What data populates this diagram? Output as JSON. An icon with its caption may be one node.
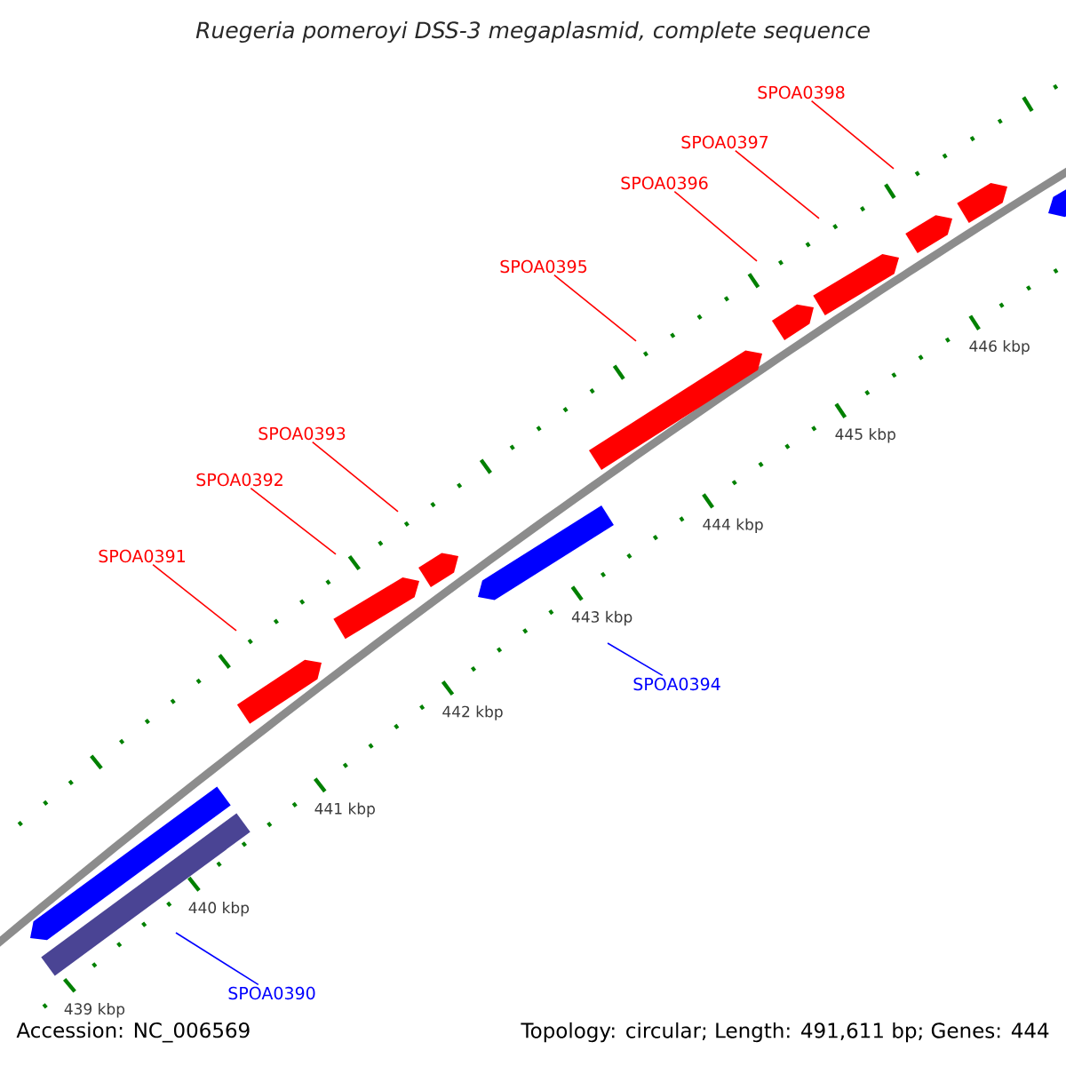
{
  "diagram": {
    "title": "Ruegeria pomeroyi DSS-3 megaplasmid, complete sequence",
    "nodes": [
      {
        "text": [
          "SPOA0398"
        ]
      },
      {
        "text": [
          "SPOA0397"
        ]
      },
      {
        "text": [
          "SPOA0396"
        ]
      },
      {
        "text": [
          "SPOA0395"
        ]
      },
      {
        "text": [
          "SPOA0393"
        ]
      },
      {
        "text": [
          "SPOA0392"
        ]
      },
      {
        "text": [
          "SPOA0391"
        ]
      },
      {
        "text": [
          "SPOA0394"
        ]
      },
      {
        "text": [
          "SPOA0390"
        ]
      }
    ],
    "edges": [
      {
        "from": 0,
        "to": null,
        "arrow": "none"
      },
      {
        "from": 1,
        "to": null,
        "arrow": "none"
      },
      {
        "from": 2,
        "to": null,
        "arrow": "none"
      },
      {
        "from": 3,
        "to": null,
        "arrow": "none"
      },
      {
        "from": 4,
        "to": null,
        "arrow": "none"
      },
      {
        "from": 5,
        "to": null,
        "arrow": "none"
      },
      {
        "from": 6,
        "to": null,
        "arrow": "none"
      },
      {
        "from": 7,
        "to": null,
        "arrow": "none",
        "color": "#0000ff"
      },
      {
        "from": 8,
        "to": null,
        "arrow": "none",
        "color": "#0000ff"
      }
    ],
    "labels": [
      "446 kbp",
      "445 kbp",
      "444 kbp",
      "443 kbp",
      "442 kbp",
      "441 kbp",
      "440 kbp",
      "439 kbp",
      "Accession: NC_006569",
      "Topology: circular; Length: 491,611 bp; Genes: 444"
    ]
  }
}
